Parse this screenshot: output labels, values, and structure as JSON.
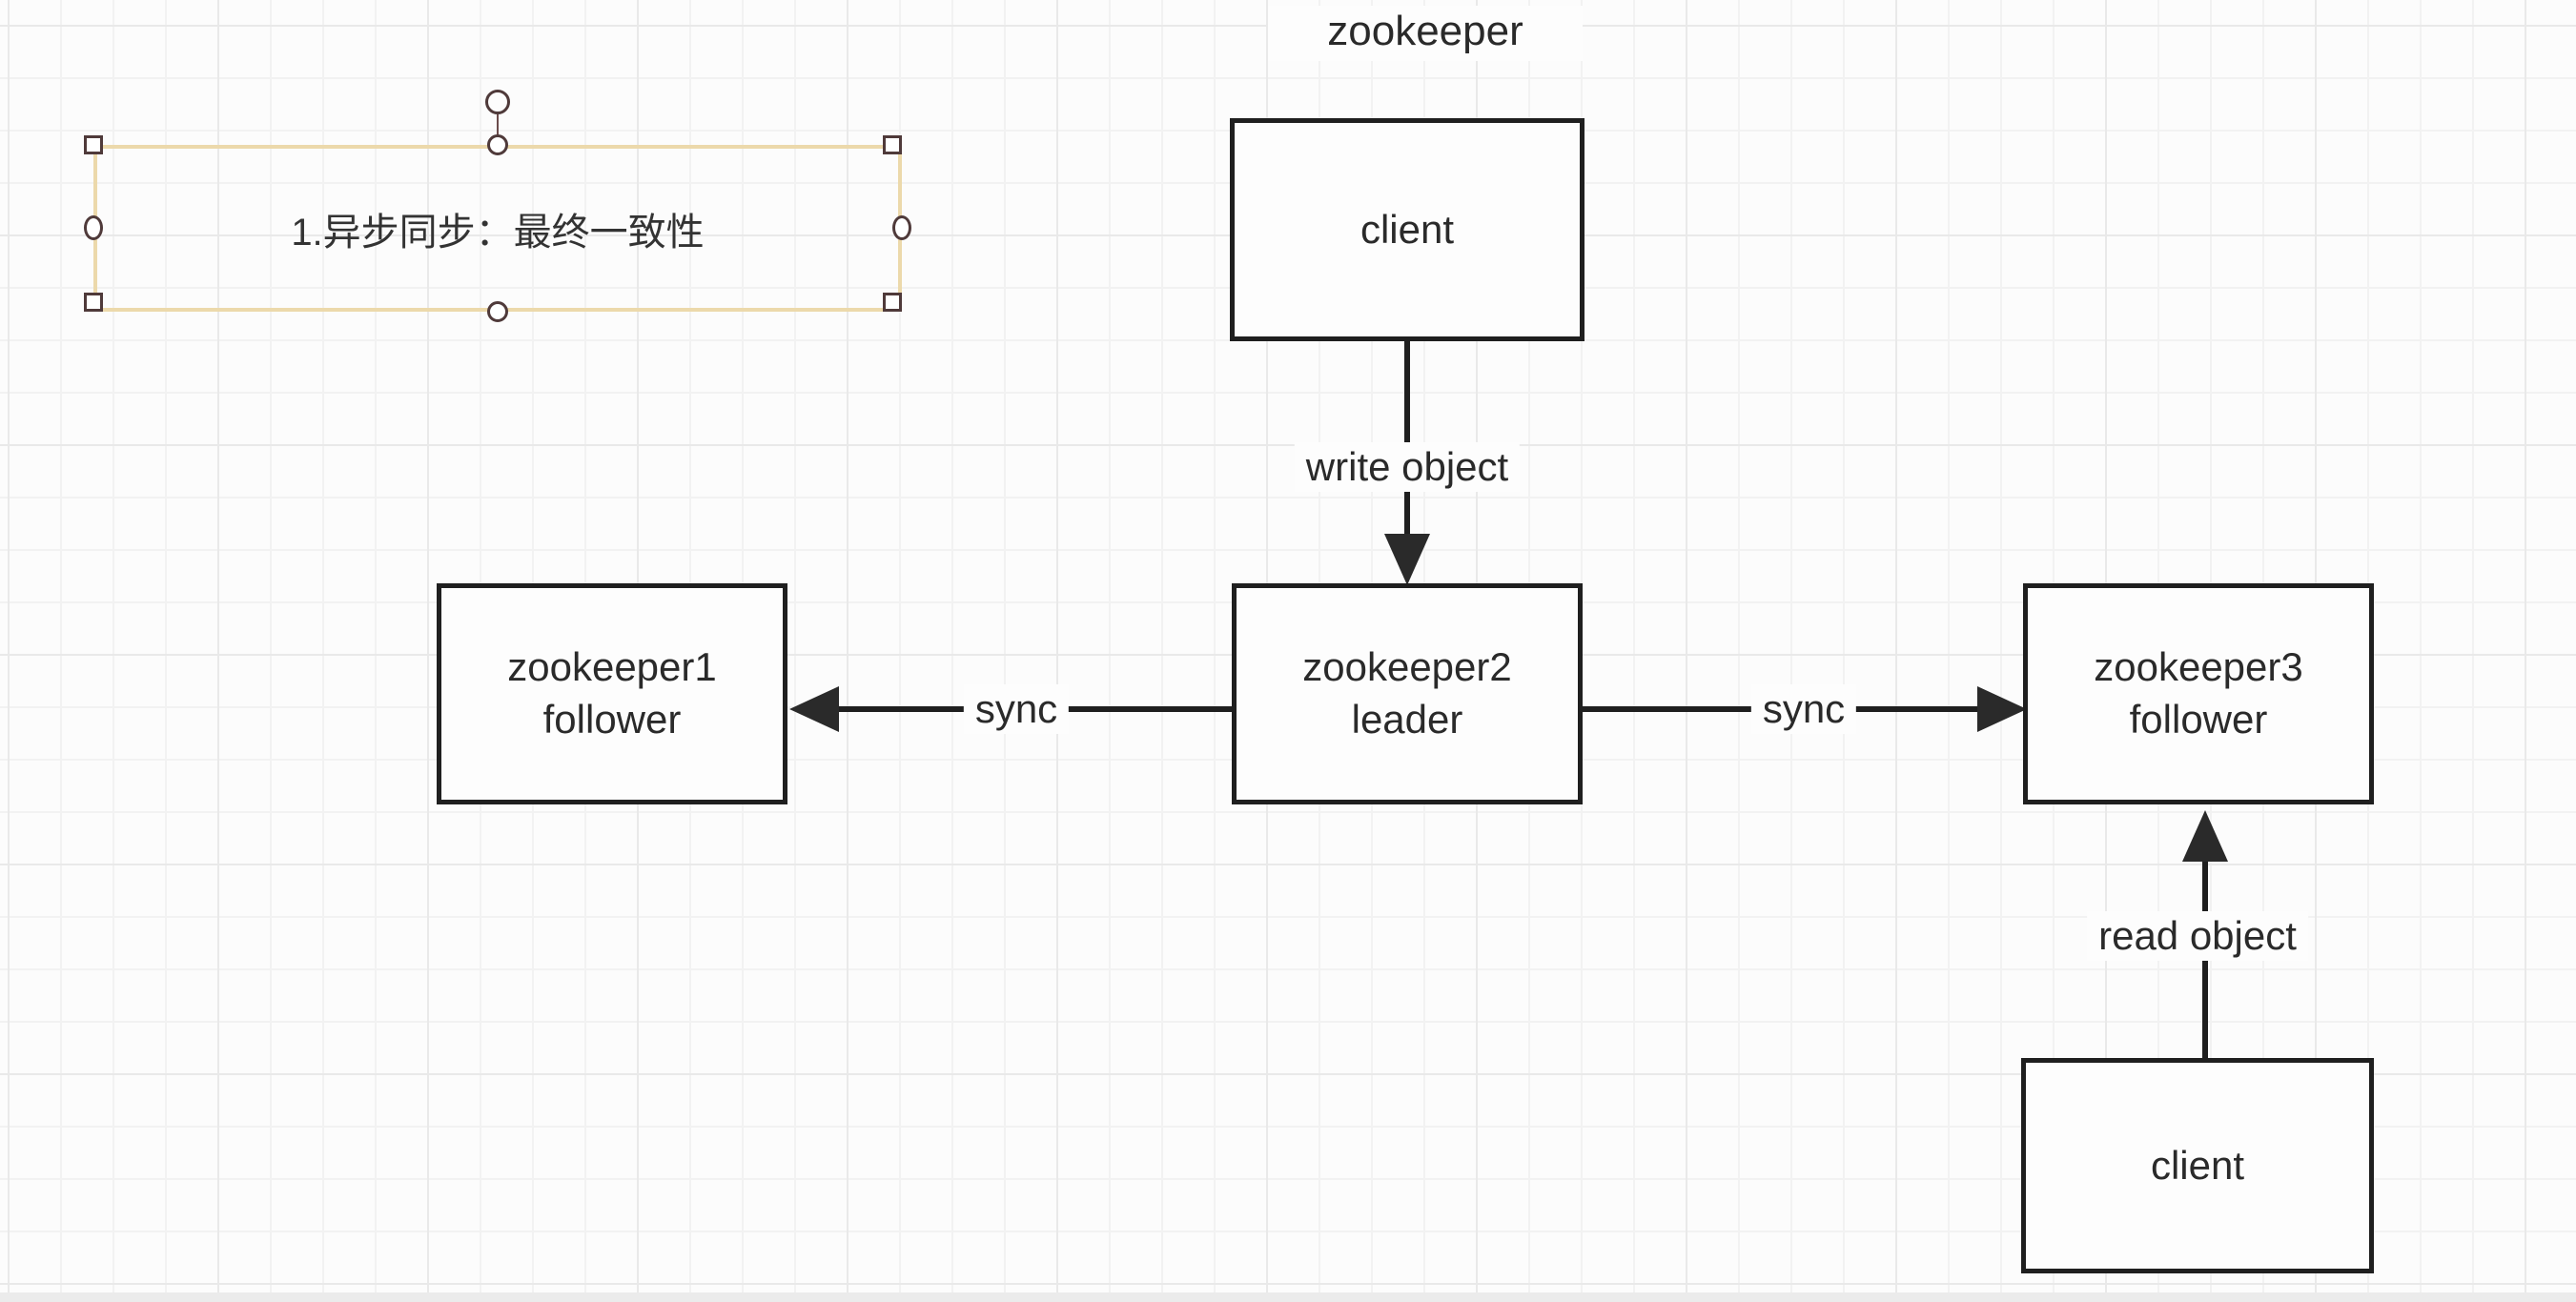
{
  "diagram": {
    "title": "zookeeper",
    "note": {
      "text": "1.异步同步：最终一致性"
    },
    "nodes": {
      "client_top": {
        "label": "client"
      },
      "zk1": {
        "line1": "zookeeper1",
        "line2": "follower"
      },
      "zk2": {
        "line1": "zookeeper2",
        "line2": "leader"
      },
      "zk3": {
        "line1": "zookeeper3",
        "line2": "follower"
      },
      "client_bottom": {
        "label": "client"
      }
    },
    "edges": {
      "write": {
        "label": "write object"
      },
      "sync_left": {
        "label": "sync"
      },
      "sync_right": {
        "label": "sync"
      },
      "read": {
        "label": "read object"
      }
    },
    "colors": {
      "stroke": "#1f1f1f",
      "arrow_fill": "#2a2a2a",
      "selection_border": "#ecd9ab",
      "handle_stroke": "#4f3a3a",
      "background": "#fcfcfc",
      "grid_minor": "#f2f2f2",
      "grid_major": "#e9e9e9",
      "bottom_strip": "#ebebeb"
    }
  }
}
